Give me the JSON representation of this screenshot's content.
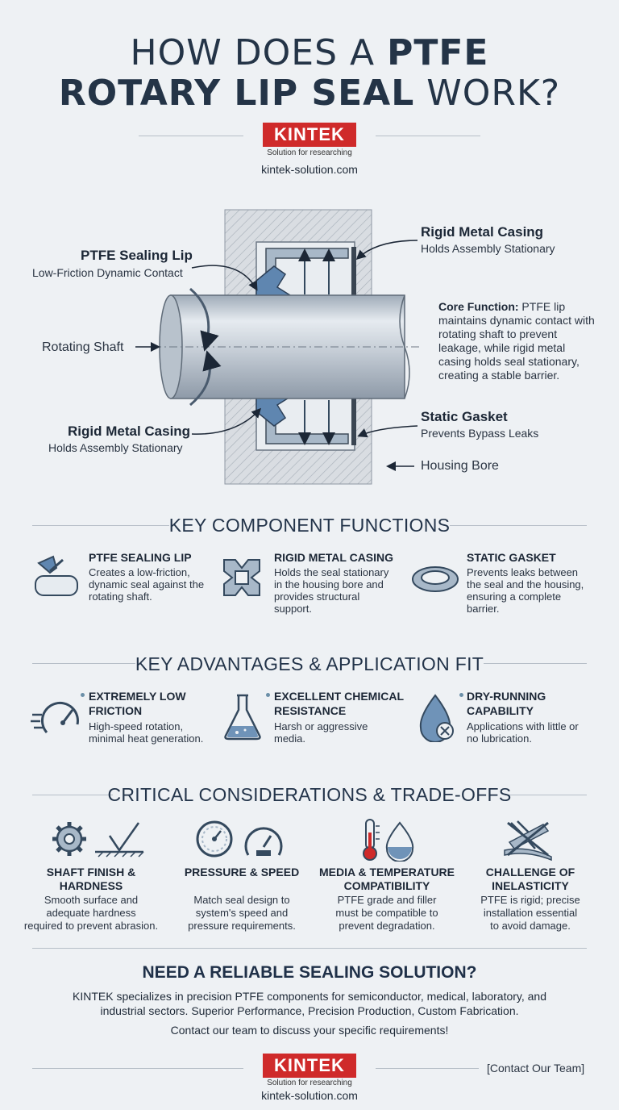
{
  "header": {
    "title_line1_regular": "HOW DOES A ",
    "title_line1_bold": "PTFE",
    "title_line2_bold": "ROTARY LIP SEAL",
    "title_line2_regular": " WORK?"
  },
  "brand": {
    "name": "KINTEK",
    "tagline": "Solution for researching",
    "url": "kintek-solution.com",
    "color": "#cf2a2a"
  },
  "diagram": {
    "ptfe_lip_title": "PTFE Sealing Lip",
    "ptfe_lip_sub": "Low-Friction Dynamic Contact",
    "casing_top_title": "Rigid Metal Casing",
    "casing_top_sub": "Holds Assembly Stationary",
    "shaft_label": "Rotating Shaft",
    "core_bold": "Core Function:",
    "core_text": " PTFE lip maintains dynamic contact with rotating shaft to prevent leakage, while rigid metal casing holds seal stationary, creating a stable barrier.",
    "casing_bottom_title": "Rigid Metal Casing",
    "casing_bottom_sub": "Holds Assembly Stationary",
    "gasket_title": "Static Gasket",
    "gasket_sub": "Prevents Bypass Leaks",
    "housing_label": "Housing Bore"
  },
  "components": {
    "title": "KEY COMPONENT FUNCTIONS",
    "items": [
      {
        "title": "PTFE SEALING LIP",
        "desc": [
          "Creates a low-friction,",
          "dynamic seal against the",
          "rotating shaft."
        ],
        "icon": "lip-icon"
      },
      {
        "title": "RIGID METAL CASING",
        "desc": [
          "Holds the seal stationary",
          "in the housing bore and",
          "provides structural",
          "support."
        ],
        "icon": "casing-icon"
      },
      {
        "title": "STATIC GASKET",
        "desc": [
          "Prevents leaks between",
          "the seal and the housing,",
          "ensuring a complete",
          "barrier."
        ],
        "icon": "gasket-icon"
      }
    ]
  },
  "advantages": {
    "title": "KEY ADVANTAGES & APPLICATION FIT",
    "items": [
      {
        "title": [
          "EXTREMELY LOW",
          "FRICTION"
        ],
        "desc": [
          "High-speed rotation,",
          "minimal heat generation."
        ],
        "icon": "speedometer-icon"
      },
      {
        "title": [
          "EXCELLENT CHEMICAL",
          "RESISTANCE"
        ],
        "desc": [
          "Harsh or aggressive",
          "media."
        ],
        "icon": "flask-icon"
      },
      {
        "title": [
          "DRY-RUNNING",
          "CAPABILITY"
        ],
        "desc": [
          "Applications with little or",
          "no lubrication."
        ],
        "icon": "no-drop-icon"
      }
    ]
  },
  "considerations": {
    "title": "CRITICAL CONSIDERATIONS & TRADE-OFFS",
    "items": [
      {
        "title": [
          "SHAFT FINISH &",
          "HARDNESS"
        ],
        "desc": [
          "Smooth surface and",
          "adequate hardness",
          "required to prevent abrasion."
        ],
        "icon": "gear-icon"
      },
      {
        "title": [
          "PRESSURE & SPEED"
        ],
        "desc": [
          "Match seal design to",
          "system's speed and",
          "pressure requirements."
        ],
        "icon": "gauge-icon"
      },
      {
        "title": [
          "MEDIA & TEMPERATURE",
          "COMPATIBILITY"
        ],
        "desc": [
          "PTFE grade and filler",
          "must be compatible to",
          "prevent degradation."
        ],
        "icon": "thermometer-icon"
      },
      {
        "title": [
          "CHALLENGE OF",
          "INELASTICITY"
        ],
        "desc": [
          "PTFE is rigid; precise",
          "installation essential",
          "to avoid damage."
        ],
        "icon": "rigid-seal-icon"
      }
    ]
  },
  "cta": {
    "title": "NEED A RELIABLE SEALING SOLUTION?",
    "line1": "KINTEK specializes in precision PTFE components for semiconductor, medical, laboratory, and",
    "line2": "industrial sectors. Superior Performance, Precision Production, Custom Fabrication.",
    "line3": "Contact our team to discuss your specific requirements!",
    "contact_link": "[Contact Our Team]"
  }
}
